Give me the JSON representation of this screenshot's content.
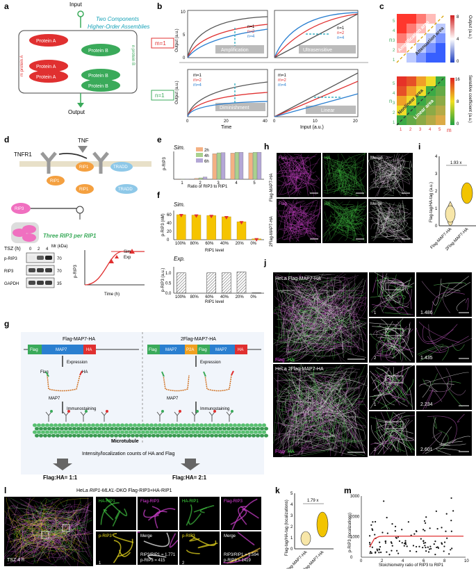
{
  "panels": {
    "a": "a",
    "b": "b",
    "c": "c",
    "d": "d",
    "e": "e",
    "f": "f",
    "g": "g",
    "h": "h",
    "i": "i",
    "j": "j",
    "k": "k",
    "l": "l",
    "m": "m"
  },
  "a": {
    "input": "Input",
    "output": "Output",
    "note1": "Two Components",
    "note2": "Higher-Order Assemblies",
    "protein_a": "Protein A",
    "protein_b": "Protein B",
    "m_side": "m protein A",
    "n_side": "n protein B"
  },
  "b": {
    "m1_tag": "m=1",
    "n1_tag": "n=1",
    "ylabel": "Output (a.u.)",
    "xlabel_left": "Time",
    "xlabel_right": "Input (a.u.)",
    "box_amp": "Amplification",
    "box_ultra": "Ultrasensitive",
    "box_dim": "Diminishment",
    "box_lin": "Linear",
    "legend_n": [
      "n=1",
      "n=2",
      "n=4"
    ],
    "legend_m": [
      "m=1",
      "m=2",
      "m=4"
    ],
    "ticks_y": [
      "0",
      "5",
      "10"
    ],
    "ticks_time": [
      "0",
      "20",
      "40"
    ],
    "ticks_input": [
      "0",
      "10",
      "20"
    ]
  },
  "c": {
    "top_label1": "Amplification area",
    "top_label2": "Attenuation area",
    "bot_label1": "Nonlinear area",
    "bot_label2": "Linear area",
    "ylabel": "n",
    "xlabel": "m",
    "cbar_top": "Output (a.u.)",
    "cbar_bot": "Sensitive coefficient (a.u.)",
    "cbar_top_ticks": [
      "0",
      "4",
      "8"
    ],
    "cbar_bot_ticks": [
      "0",
      "8",
      "16"
    ],
    "ticks": [
      "1",
      "2",
      "3",
      "4",
      "5"
    ]
  },
  "d": {
    "tnf": "TNF",
    "tnfr1": "TNFR1",
    "rip1": "RIP1",
    "rip3": "RIP3",
    "tradd": "TRADD",
    "three": "Three  RIP3 per RIP1",
    "tsz": "TSZ (h)",
    "tsz_ticks": [
      "0",
      "2",
      "4"
    ],
    "mw": "Mr (kDa)",
    "blot_rows": [
      "p-RIP3",
      "RIP3",
      "GAPDH"
    ],
    "mw_vals": [
      "70",
      "70",
      "35"
    ],
    "plot_ylabel": "p-RIP3",
    "plot_xlabel": "Time (h)",
    "legend": [
      "Sim",
      "Exp"
    ]
  },
  "e": {
    "title": "Sim.",
    "ylabel": "p-RIP3",
    "xlabel": "Ratio of RIP3 to RIP1",
    "legend": [
      "2h",
      "4h",
      "6h"
    ],
    "categories": [
      "1",
      "2",
      "3",
      "4",
      "5"
    ]
  },
  "f": {
    "sim_title": "Sim.",
    "exp_title": "Exp.",
    "sim_ylabel": "p-RIP3 (nM)",
    "exp_ylabel": "p-RIP3 (a.u.)",
    "xlabel": "RIP1 level",
    "categories": [
      "100%",
      "80%",
      "60%",
      "40%",
      "20%",
      "0%"
    ],
    "sim_ticks": [
      "0",
      "20",
      "40",
      "60"
    ],
    "exp_ticks": [
      "0.0",
      "0.5",
      "1.0"
    ]
  },
  "g": {
    "left_title": "Flag-MAP7-HA",
    "right_title": "2Flag-MAP7-HA",
    "flag": "Flag",
    "map7": "MAP7",
    "ha": "HA",
    "p2a": "P2A",
    "expression": "Expression",
    "immuno": "Immunostaining",
    "microtubule": "Microtubule",
    "counts": "Intensity/localization counts of HA and Flag",
    "ratio_left": "Flag:HA= 1:1",
    "ratio_right": "Flag:HA= 2:1"
  },
  "h": {
    "col_labels": [
      "Flag",
      "HA",
      "Merge"
    ],
    "row_labels": [
      "Flag-MAP7-HA",
      "2Flag-MAP7-HA"
    ]
  },
  "i": {
    "ylabel": "Flag-tag/HA-tag (a.u.)",
    "fold": "1.93 x",
    "categories": [
      "Flag-MAP7-HA",
      "2Flag-MAP7-HA"
    ],
    "ticks": [
      "0",
      "1",
      "2",
      "3",
      "4"
    ]
  },
  "j": {
    "top_title": "HeLa Flag-MAP7-HA",
    "bot_title": "HeLa 2Flag-MAP7-HA",
    "legend_flag": "Flag",
    "legend_ha": "HA",
    "values": [
      "1.486",
      "1.435",
      "2.234",
      "2.601"
    ],
    "idx": [
      "1",
      "2",
      "1",
      "2"
    ]
  },
  "k": {
    "ylabel": "Flag-tag/HA-tag (localizations)",
    "fold": "1.79 x",
    "categories": [
      "Flag-MAP7-HA",
      "2Flag-MAP7-HA"
    ],
    "ticks": [
      "0",
      "1",
      "2",
      "3",
      "4",
      "5"
    ]
  },
  "l": {
    "title_pre": "HeLa ",
    "title_it": "RIP1-MLKL",
    "title_post": "-DKO Flag-RIP3+HA-RIP1",
    "tsz": "TSZ 4 h",
    "ch": [
      "HA-RIP1",
      "Flag-RIP3",
      "p-RIP3",
      "Merge"
    ],
    "r1a": "RIP3/RIP1 = 1.771",
    "r1b": "p-RIP3 = 415",
    "r2a": "RIP3/RIP1 = 5.594",
    "r2b": "p-RIP3 = 1419",
    "idx": [
      "1",
      "2"
    ]
  },
  "m": {
    "ylabel": "p-RIP3 (localizations)",
    "xlabel": "Stoichiometry ratio of RIP3 to RIP1",
    "ticks_x": [
      "0",
      "2",
      "4",
      "6",
      "8",
      "10"
    ],
    "ticks_y": [
      "0",
      "1000",
      "2000",
      "3000"
    ]
  },
  "chart_data": [
    {
      "type": "bar",
      "panel": "e",
      "title": "Sim.",
      "xlabel": "Ratio of RIP3 to RIP1",
      "ylabel": "p-RIP3",
      "categories": [
        "1",
        "2",
        "3",
        "4",
        "5"
      ],
      "series": [
        {
          "name": "2h",
          "values": [
            0.0,
            0.03,
            0.92,
            0.94,
            0.95
          ]
        },
        {
          "name": "4h",
          "values": [
            0.01,
            0.05,
            0.95,
            0.97,
            0.97
          ]
        },
        {
          "name": "6h",
          "values": [
            0.01,
            0.08,
            0.96,
            0.97,
            0.97
          ]
        }
      ],
      "colors": [
        "#f4b183",
        "#a9d18e",
        "#b4a7d6"
      ]
    },
    {
      "type": "bar",
      "panel": "f-sim",
      "title": "Sim.",
      "xlabel": "RIP1 level",
      "ylabel": "p-RIP3 (nM)",
      "categories": [
        "100%",
        "80%",
        "60%",
        "40%",
        "20%",
        "0%"
      ],
      "values": [
        60,
        59,
        58,
        55,
        43,
        2
      ],
      "ylim": [
        0,
        70
      ]
    },
    {
      "type": "bar",
      "panel": "f-exp",
      "title": "Exp.",
      "xlabel": "RIP1 level",
      "ylabel": "p-RIP3 (a.u.)",
      "categories": [
        "100%",
        "80%",
        "60%",
        "40%",
        "20%",
        "0%"
      ],
      "values": [
        1.0,
        null,
        1.0,
        1.0,
        1.05,
        0.02
      ],
      "ylim": [
        0,
        1.3
      ]
    },
    {
      "type": "scatter",
      "panel": "m",
      "xlabel": "Stoichiometry ratio of RIP3 to RIP1",
      "ylabel": "p-RIP3 (localizations)",
      "xlim": [
        0,
        10
      ],
      "ylim": [
        0,
        3000
      ]
    }
  ],
  "colors": {
    "red": "#e03030",
    "green": "#3aaa5a",
    "blue": "#2a7fd0",
    "orange": "#f4a040",
    "cyan": "#17a2b8",
    "magenta": "#c040c0"
  }
}
